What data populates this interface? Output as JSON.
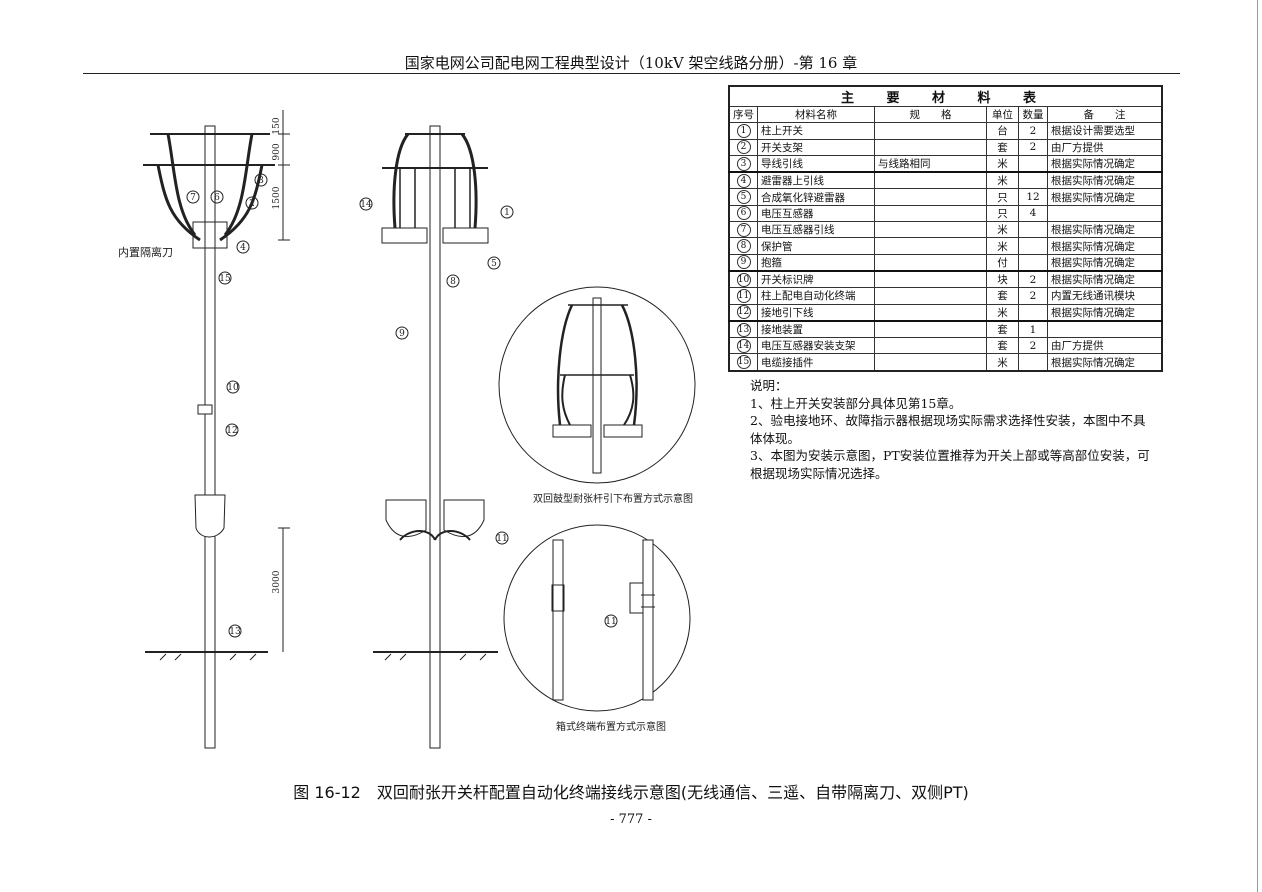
{
  "header": {
    "title": "国家电网公司配电网工程典型设计（10kV 架空线路分册）-第 16 章"
  },
  "materials_table": {
    "title": "主 要 材 料 表",
    "columns": [
      "序号",
      "材料名称",
      "规　　格",
      "单位",
      "数量",
      "备　　注"
    ],
    "rows": [
      {
        "no": "1",
        "name": "柱上开关",
        "spec": "",
        "unit": "台",
        "qty": "2",
        "note": "根据设计需要选型"
      },
      {
        "no": "2",
        "name": "开关支架",
        "spec": "",
        "unit": "套",
        "qty": "2",
        "note": "由厂方提供"
      },
      {
        "no": "3",
        "name": "导线引线",
        "spec": "与线路相同",
        "unit": "米",
        "qty": "",
        "note": "根据实际情况确定"
      },
      {
        "no": "4",
        "name": "避雷器上引线",
        "spec": "",
        "unit": "米",
        "qty": "",
        "note": "根据实际情况确定"
      },
      {
        "no": "5",
        "name": "合成氧化锌避雷器",
        "spec": "",
        "unit": "只",
        "qty": "12",
        "note": "根据实际情况确定"
      },
      {
        "no": "6",
        "name": "电压互感器",
        "spec": "",
        "unit": "只",
        "qty": "4",
        "note": ""
      },
      {
        "no": "7",
        "name": "电压互感器引线",
        "spec": "",
        "unit": "米",
        "qty": "",
        "note": "根据实际情况确定"
      },
      {
        "no": "8",
        "name": "保护管",
        "spec": "",
        "unit": "米",
        "qty": "",
        "note": "根据实际情况确定"
      },
      {
        "no": "9",
        "name": "抱箍",
        "spec": "",
        "unit": "付",
        "qty": "",
        "note": "根据实际情况确定"
      },
      {
        "no": "10",
        "name": "开关标识牌",
        "spec": "",
        "unit": "块",
        "qty": "2",
        "note": "根据实际情况确定"
      },
      {
        "no": "11",
        "name": "柱上配电自动化终端",
        "spec": "",
        "unit": "套",
        "qty": "2",
        "note": "内置无线通讯模块"
      },
      {
        "no": "12",
        "name": "接地引下线",
        "spec": "",
        "unit": "米",
        "qty": "",
        "note": "根据实际情况确定"
      },
      {
        "no": "13",
        "name": "接地装置",
        "spec": "",
        "unit": "套",
        "qty": "1",
        "note": ""
      },
      {
        "no": "14",
        "name": "电压互感器安装支架",
        "spec": "",
        "unit": "套",
        "qty": "2",
        "note": "由厂方提供"
      },
      {
        "no": "15",
        "name": "电缆接插件",
        "spec": "",
        "unit": "米",
        "qty": "",
        "note": "根据实际情况确定"
      }
    ]
  },
  "notes": {
    "heading": "说明：",
    "items": [
      "1、柱上开关安装部分具体见第15章。",
      "2、验电接地环、故障指示器根据现场实际需求选择性安装，本图中不具体体现。",
      "3、本图为安装示意图，PT安装位置推荐为开关上部或等高部位安装，可根据现场实际情况选择。"
    ]
  },
  "drawing": {
    "dimensions": [
      "150",
      "900",
      "1500",
      "3000"
    ],
    "isolator_label": "内置隔离刀",
    "left_callouts": [
      "7",
      "6",
      "3",
      "2",
      "4",
      "15",
      "10",
      "12",
      "13"
    ],
    "middle_callouts": [
      "14",
      "1",
      "5",
      "8",
      "9",
      "11"
    ],
    "detail1_caption": "双回鼓型耐张杆引下布置方式示意图",
    "detail2_caption": "箱式终端布置方式示意图",
    "detail2_callout": "11"
  },
  "caption": "图 16-12　双回耐张开关杆配置自动化终端接线示意图(无线通信、三遥、自带隔离刀、双侧PT)",
  "page_number": "- 777 -"
}
